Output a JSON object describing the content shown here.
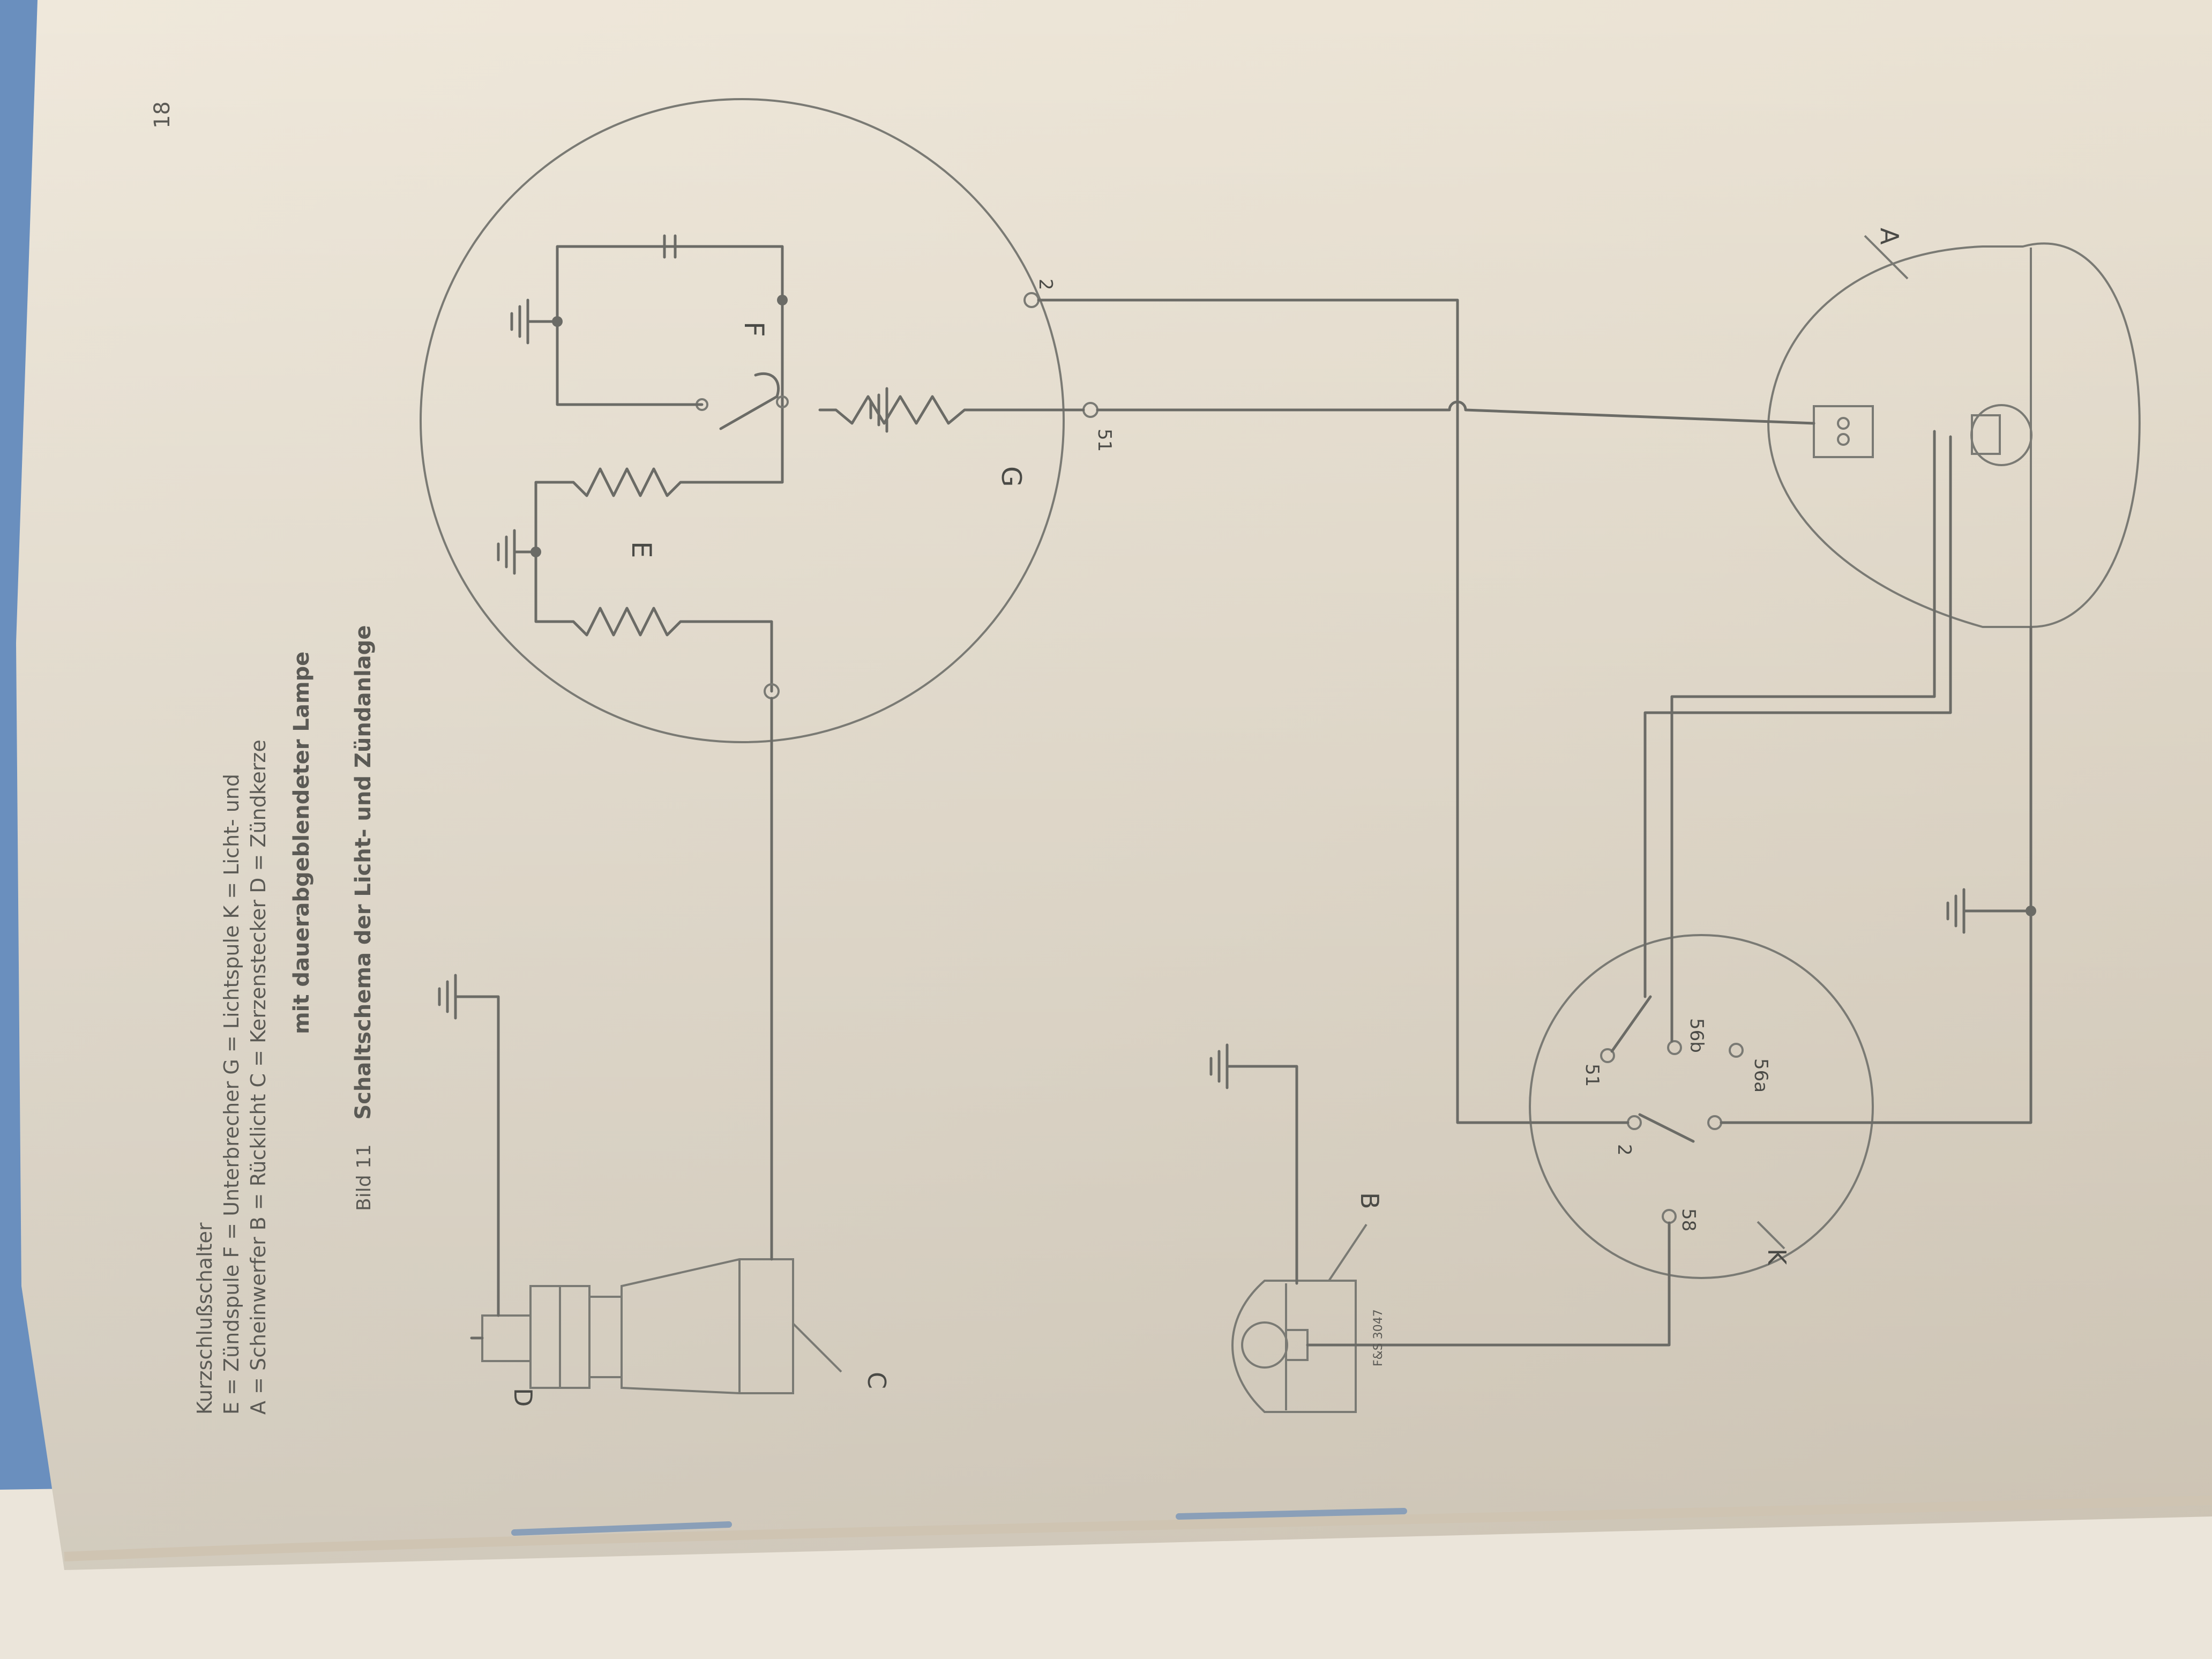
{
  "colors": {
    "paper": "#ece4d6",
    "paper_shadow": "#d9cebd",
    "ink": "#5b5a55",
    "background_blue": "#6a8fbe"
  },
  "components": {
    "headlight_label": "A",
    "rear_light_label": "B",
    "plug_connector_label": "C",
    "spark_plug_label": "D",
    "ignition_coil_label": "E",
    "breaker_label": "F",
    "lighting_coil_label": "G",
    "switch_label": "K"
  },
  "terminals": {
    "magneto_2": "2",
    "magneto_51": "51",
    "switch_56b": "56b",
    "switch_56a": "56a",
    "switch_51": "51",
    "switch_2": "2",
    "switch_58": "58"
  },
  "caption": {
    "figure_no": "Bild 11",
    "title_line1": "Schaltschema der Licht- und Zündanlage",
    "title_line2": "mit dauerabgeblendeter Lampe",
    "legend_line1": "A = Scheinwerfer        B = Rücklicht         C = Kerzenstecker        D = Zündkerze",
    "legend_line2": "E = Zündspule         F = Unterbrecher          G = Lichtspule          K = Licht- und",
    "legend_line3": "Kurzschlußschalter"
  },
  "page_number": "18",
  "figure_code": "F&S 3047"
}
